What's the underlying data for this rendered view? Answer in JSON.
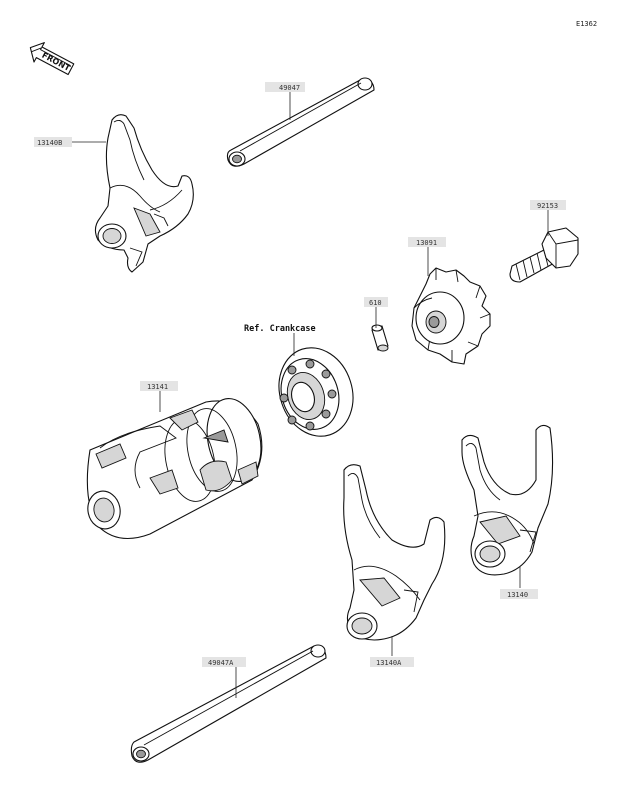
{
  "diagram_code": "E1362",
  "front_label": "FRONT",
  "reference_note": "Ref. Crankcase",
  "parts": [
    {
      "id": "13140B",
      "label": "13140B"
    },
    {
      "id": "49047",
      "label": "49047"
    },
    {
      "id": "92153",
      "label": "92153"
    },
    {
      "id": "13091",
      "label": "13091"
    },
    {
      "id": "610",
      "label": "610"
    },
    {
      "id": "13141",
      "label": "13141"
    },
    {
      "id": "13140",
      "label": "13140"
    },
    {
      "id": "13140A",
      "label": "13140A"
    },
    {
      "id": "49047A",
      "label": "49047A"
    }
  ]
}
